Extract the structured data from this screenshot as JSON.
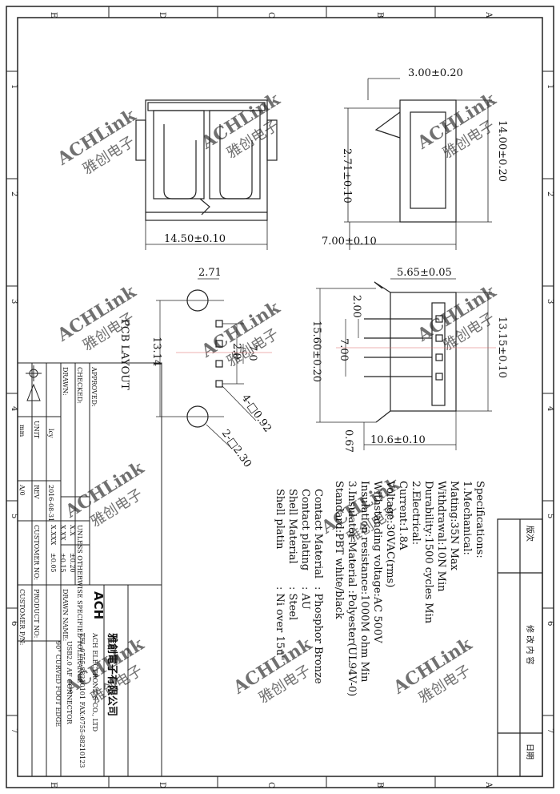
{
  "border": {
    "cols": [
      "E",
      "D",
      "C",
      "B",
      "A"
    ],
    "rows": [
      "1",
      "2",
      "3",
      "4",
      "5",
      "6",
      "7"
    ]
  },
  "watermark": {
    "latin": "ACHLink",
    "cn": "雅创电子"
  },
  "front_view": {
    "width": "14.50±0.10"
  },
  "side_view": {
    "top": "3.00±0.20",
    "height": "14.00±0.20",
    "pin": "2.71±0.10",
    "depth": "7.00±0.10"
  },
  "pcb": {
    "title": "PCB LAYOUT",
    "d271": "2.71",
    "d1314": "13.14",
    "d70": "7.0",
    "d20": "2.0",
    "holes4": "4-□0.92",
    "holes2": "2-□2.30"
  },
  "bottom_view": {
    "d565": "5.65±0.05",
    "d200": "2.00",
    "d700": "7.00",
    "d1560": "15.60±0.20",
    "d1315": "13.15±0.10",
    "d106": "10.6±0.10",
    "d067": "0.67"
  },
  "specs": {
    "title": "Specifications:",
    "lines": [
      "1.Mechanical:",
      "   Mating:35N Max",
      "   Withdrawal:10N Min",
      "   Durability:1500 cycles Min",
      "2.Electrical:",
      "   Current:1.8A",
      "   Voltage:30VAC(rms)",
      "   Withstanding voltage:AC 500V",
      "   Insulation resistance:1000M ohm Min",
      "3.Insulator Material :Polyester(UL94V-0)",
      "                   Standard:PBT white/black"
    ],
    "materials": [
      [
        "Contact Material",
        ": Phosphor Bronze"
      ],
      [
        "Contact plating",
        ": AU"
      ],
      [
        "Shell Material",
        ": Steel"
      ],
      [
        "Shell platin",
        ": Ni  over 15u\""
      ]
    ]
  },
  "revision": {
    "rev": "版次",
    "content": "修 改 内 容",
    "date": "日期"
  },
  "title_block": {
    "approved": "APPROVED:",
    "checked": "CHECKED:",
    "drawn": "DRAWN:",
    "drawn_by": "lcy",
    "drawn_date": "2016-08-31",
    "unit": "UNIT",
    "unit_val": "mm",
    "rev_label": "REV",
    "rev_val": "A/0",
    "tolerance": "UNLESS OTHERWISE SPECIFIED TOLERANCE",
    "tol_rows": [
      [
        "X.X",
        "±0.20"
      ],
      [
        "X.XX",
        "±0.15"
      ],
      [
        "X.XXX",
        "±0.05"
      ]
    ],
    "customer_no": "CUSTOMER NO:",
    "product_no": "PRODUCT NO:",
    "customer_pn": "CUSTOMER P/N:",
    "drawn_name": "DRAWN NAME:",
    "logo": "ACH",
    "company_cn": "雅創電子有限公司",
    "company_en": "ACH ELECTRONICS CO., LTD",
    "tel": "TEL:0755-88210101 FAX:0755-88210123",
    "product": "USB2.0 AF CONNECTOR",
    "product2": "90° CURVED FOOT EDGE"
  }
}
